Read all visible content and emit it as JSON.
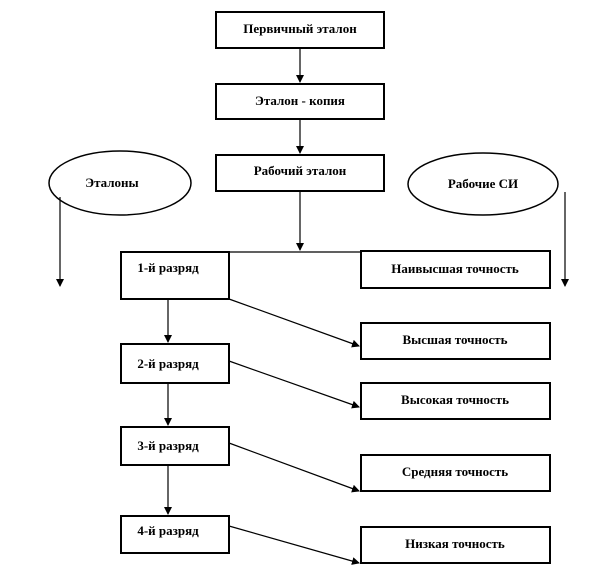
{
  "top_chain": {
    "primary": "Первичный эталон",
    "copy": "Эталон - копия",
    "working": "Рабочий эталон"
  },
  "left_group": "Эталоны",
  "right_group": "Рабочие СИ",
  "grades": [
    "1-й разряд",
    "2-й разряд",
    "3-й разряд",
    "4-й разряд"
  ],
  "accuracy": [
    "Наивысшая точность",
    "Высшая точность",
    "Высокая точность",
    "Средняя точность",
    "Низкая точность"
  ]
}
